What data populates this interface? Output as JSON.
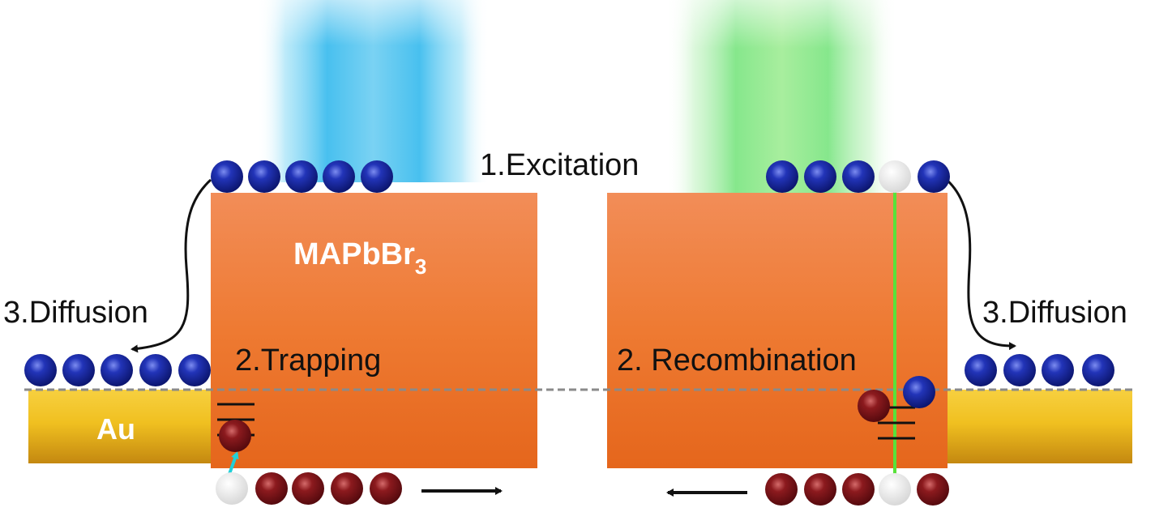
{
  "labels": {
    "excitation": "1.Excitation",
    "trapping": "2.Trapping",
    "recombination": "2. Recombination",
    "diffusion_left": "3.Diffusion",
    "diffusion_right": "3.Diffusion",
    "material_main": "MAPbBr",
    "material_subscript": "3",
    "metal": "Au"
  },
  "colors": {
    "crystal_top": "#f08a55",
    "crystal_bottom": "#e86a1e",
    "gold_top": "#f3c52a",
    "gold_bottom": "#c98a10",
    "electron": "#1a2a9e",
    "hole": "#7a1218",
    "vacancy": "#e8e8e8",
    "excitation_light": "#4cc4f0",
    "emission_light": "#7ee486",
    "emission_line": "#58e23a",
    "trap_arrow": "#20d0d8"
  },
  "icons": {
    "electron": "blue-sphere-icon",
    "hole": "dark-red-sphere-icon",
    "vacancy": "white-sphere-icon"
  }
}
